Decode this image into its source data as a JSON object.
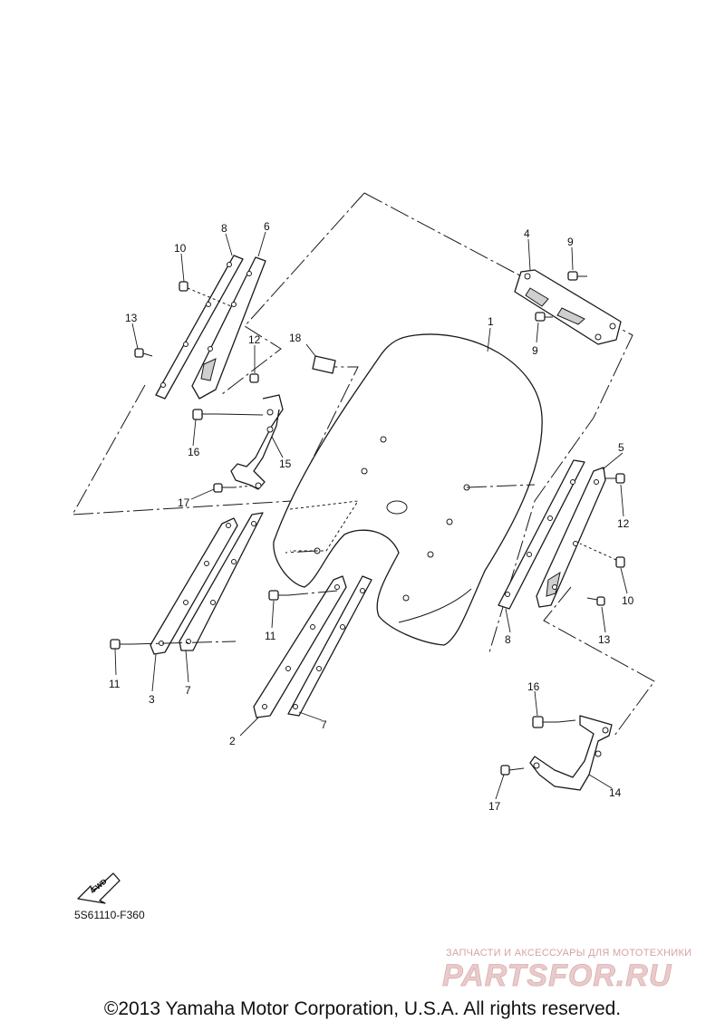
{
  "diagram": {
    "callouts": [
      "1",
      "2",
      "3",
      "4",
      "5",
      "6",
      "7",
      "7",
      "8",
      "8",
      "9",
      "9",
      "10",
      "10",
      "11",
      "11",
      "12",
      "12",
      "13",
      "13",
      "14",
      "15",
      "16",
      "16",
      "17",
      "17",
      "18"
    ],
    "fwd_label": "FWD",
    "code": "5S61110-F360"
  },
  "watermark": {
    "tagline": "ЗАПЧАСТИ И АКСЕССУАРЫ ДЛЯ МОТОТЕХНИКИ",
    "logo_text": "PARTSFOR.RU",
    "color": "#d9a0a0"
  },
  "footer": {
    "copyright": "©2013 Yamaha Motor Corporation, U.S.A. All rights reserved."
  }
}
